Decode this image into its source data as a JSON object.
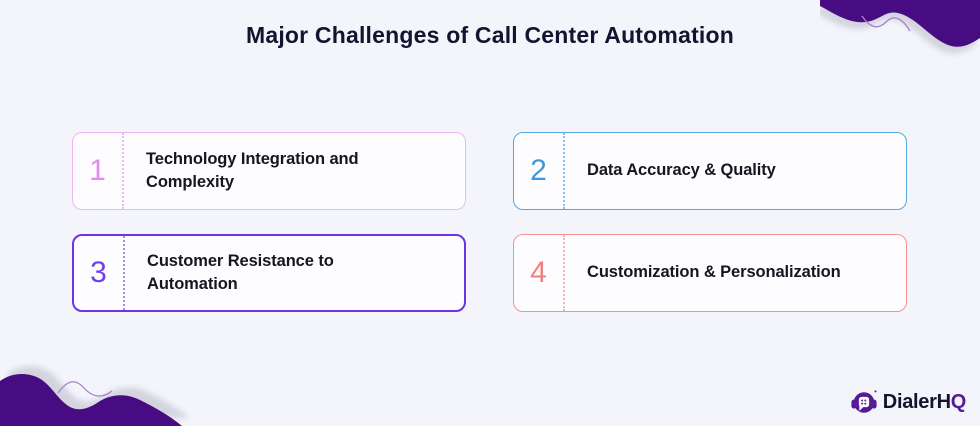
{
  "title": "Major Challenges of Call Center Automation",
  "cards": [
    {
      "number": "1",
      "label": "Technology Integration and Complexity",
      "accent": "#e18bef",
      "border": "#f0b4f4",
      "divider": "#eeb7f3",
      "border_width": 1.5
    },
    {
      "number": "2",
      "label": "Data Accuracy & Quality",
      "accent": "#4197d8",
      "border": "#58a6df",
      "divider": "#8cc2ea",
      "border_width": 1.5
    },
    {
      "number": "3",
      "label": "Customer Resistance to Automation",
      "accent": "#7340e6",
      "border": "#6c34e2",
      "divider": "#a888ef",
      "border_width": 2.5
    },
    {
      "number": "4",
      "label": "Customization & Personalization",
      "accent": "#f17f82",
      "border": "#f69093",
      "divider": "#f7b3b5",
      "border_width": 1.5
    }
  ],
  "logo": {
    "icon": "headset-chat-icon",
    "text_dark": "DialerH",
    "text_accent": "Q"
  },
  "colors": {
    "background": "#f4f5fb",
    "card_background": "#fdfdff",
    "title_text": "#141430",
    "card_text": "#15161f",
    "blob": "#470c82",
    "blob_line": "#a87fd0",
    "blob_shadow": "#b9bac8",
    "logo_purple": "#571c95"
  }
}
